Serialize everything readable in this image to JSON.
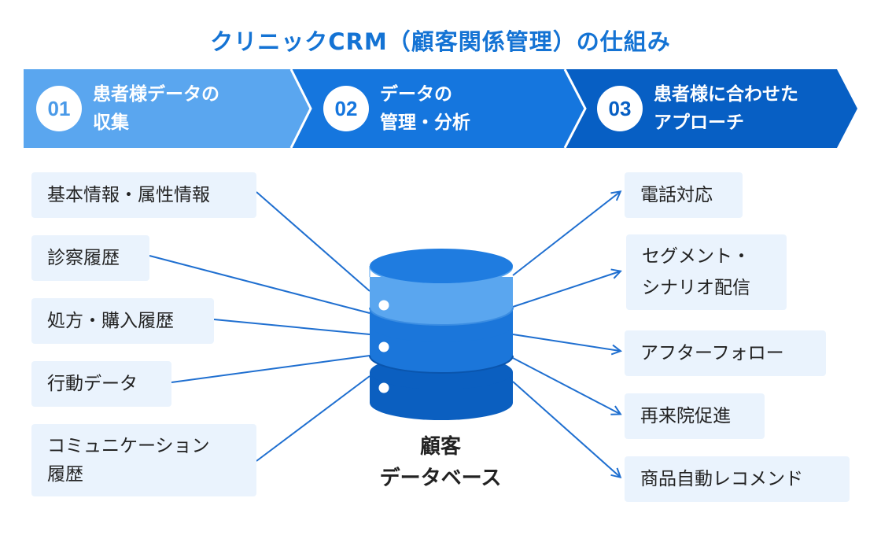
{
  "title": "クリニックCRM（顧客関係管理）の仕組み",
  "steps": [
    {
      "num": "01",
      "label": "患者様データの\n収集",
      "color": "#5aa6ef",
      "num_color": "#4a9ae8"
    },
    {
      "num": "02",
      "label": "データの\n管理・分析",
      "color": "#1576de",
      "num_color": "#1576de"
    },
    {
      "num": "03",
      "label": "患者様に合わせた\nアプローチ",
      "color": "#075fc4",
      "num_color": "#075fc4"
    }
  ],
  "inputs": [
    "基本情報・属性情報",
    "診察履歴",
    "処方・購入履歴",
    "行動データ",
    "コミュニケーション\n履歴"
  ],
  "outputs": [
    "電話対応",
    "セグメント・\nシナリオ配信",
    "アフターフォロー",
    "再来院促進",
    "商品自動レコメンド"
  ],
  "database": {
    "label": "顧客\nデータベース"
  },
  "colors": {
    "line": "#1f6fd0",
    "box_bg": "#eaf3fd",
    "title": "#1473d4",
    "db_top": "#5aa6ef",
    "db_mid": "#1b76da",
    "db_dark": "#0b5fc0"
  }
}
